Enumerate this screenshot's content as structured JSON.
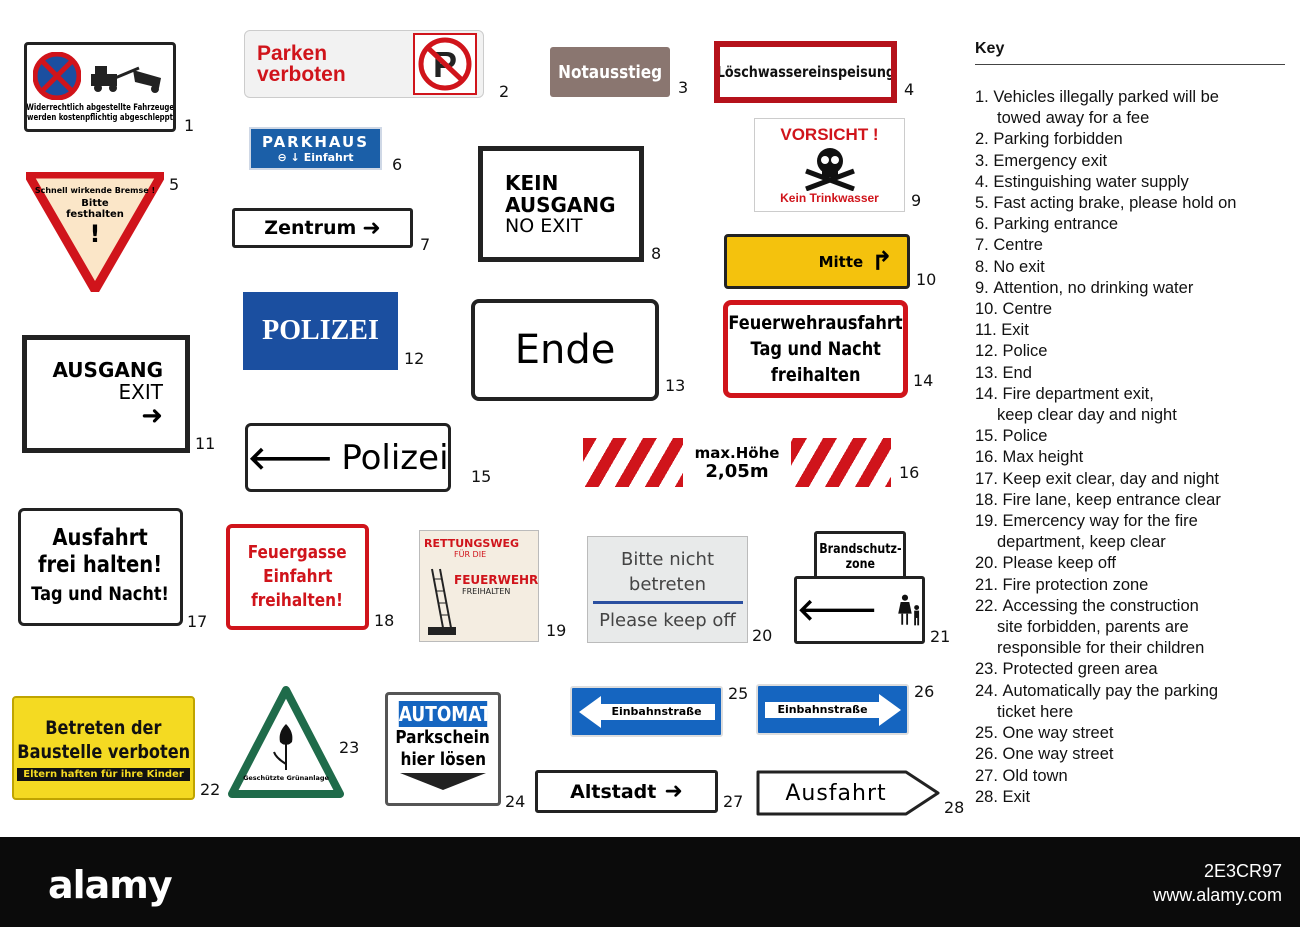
{
  "signs": {
    "s1": {
      "num": "1",
      "line1": "Widerrechtlich abgestellte Fahrzeuge",
      "line2": "werden kostenpflichtig abgeschleppt"
    },
    "s2": {
      "num": "2",
      "line1": "Parken",
      "line2": "verboten"
    },
    "s3": {
      "num": "3",
      "text": "Notausstieg"
    },
    "s4": {
      "num": "4",
      "text": "Löschwassereinspeisung"
    },
    "s5": {
      "num": "5",
      "line1": "Schnell wirkende Bremse !",
      "line2": "Bitte",
      "line3": "festhalten",
      "mark": "!"
    },
    "s6": {
      "num": "6",
      "line1": "PARKHAUS",
      "line2": "Einfahrt"
    },
    "s7": {
      "num": "7",
      "text": "Zentrum"
    },
    "s8": {
      "num": "8",
      "line1": "KEIN",
      "line2": "AUSGANG",
      "line3": "NO EXIT"
    },
    "s9": {
      "num": "9",
      "line1": "VORSICHT !",
      "line2": "Kein Trinkwasser"
    },
    "s10": {
      "num": "10",
      "text": "Mitte"
    },
    "s11": {
      "num": "11",
      "line1": "AUSGANG",
      "line2": "EXIT"
    },
    "s12": {
      "num": "12",
      "text": "POLIZEI"
    },
    "s13": {
      "num": "13",
      "text": "Ende"
    },
    "s14": {
      "num": "14",
      "line1": "Feuerwehrausfahrt",
      "line2": "Tag und Nacht",
      "line3": "freihalten"
    },
    "s15": {
      "num": "15",
      "text": "Polizei"
    },
    "s16": {
      "num": "16",
      "line1": "max.Höhe",
      "line2": "2,05m"
    },
    "s17": {
      "num": "17",
      "line1": "Ausfahrt",
      "line2": "frei halten!",
      "line3": "Tag und Nacht!"
    },
    "s18": {
      "num": "18",
      "line1": "Feuergasse",
      "line2": "Einfahrt",
      "line3": "freihalten!"
    },
    "s19": {
      "num": "19",
      "line1": "RETTUNGSWEG",
      "line2": "FÜR DIE",
      "line3": "FEUERWEHR",
      "line4": "FREIHALTEN"
    },
    "s20": {
      "num": "20",
      "line1": "Bitte nicht",
      "line2": "betreten",
      "line3": "Please keep off"
    },
    "s21": {
      "num": "21",
      "line1": "Brandschutz-",
      "line2": "zone"
    },
    "s22": {
      "num": "22",
      "line1": "Betreten der",
      "line2": "Baustelle verboten",
      "line3": "Eltern haften für ihre Kinder"
    },
    "s23": {
      "num": "23",
      "text": "Geschützte Grünanlage"
    },
    "s24": {
      "num": "24",
      "line1": "AUTOMAT",
      "line2": "Parkschein",
      "line3": "hier lösen"
    },
    "s25": {
      "num": "25",
      "text": "Einbahnstraße"
    },
    "s26": {
      "num": "26",
      "text": "Einbahnstraße"
    },
    "s27": {
      "num": "27",
      "text": "Altstadt"
    },
    "s28": {
      "num": "28",
      "text": "Ausfahrt"
    }
  },
  "key": {
    "title": "Key",
    "items": [
      {
        "n": "1. ",
        "t": "Vehicles illegally parked will be"
      },
      {
        "n": "",
        "t": "towed away for a fee",
        "indent": true
      },
      {
        "n": "2. ",
        "t": "Parking forbidden"
      },
      {
        "n": "3. ",
        "t": "Emergency exit"
      },
      {
        "n": "4. ",
        "t": "Estinguishing water supply"
      },
      {
        "n": "5. ",
        "t": "Fast acting brake, please hold on"
      },
      {
        "n": "6. ",
        "t": "Parking entrance"
      },
      {
        "n": "7. ",
        "t": "Centre"
      },
      {
        "n": "8. ",
        "t": "No exit"
      },
      {
        "n": "9. ",
        "t": "Attention, no drinking water"
      },
      {
        "n": "10. ",
        "t": "Centre"
      },
      {
        "n": "11. ",
        "t": "Exit"
      },
      {
        "n": "12. ",
        "t": "Police"
      },
      {
        "n": "13. ",
        "t": "End"
      },
      {
        "n": "14. ",
        "t": "Fire department exit,"
      },
      {
        "n": "",
        "t": "keep clear day and night",
        "indent": true
      },
      {
        "n": "15. ",
        "t": "Police"
      },
      {
        "n": "16. ",
        "t": "Max height"
      },
      {
        "n": "17. ",
        "t": "Keep exit clear, day and night"
      },
      {
        "n": "18. ",
        "t": "Fire lane, keep entrance clear"
      },
      {
        "n": "19. ",
        "t": "Emercency way for the fire"
      },
      {
        "n": "",
        "t": "department, keep clear",
        "indent": true
      },
      {
        "n": "20. ",
        "t": "Please keep off"
      },
      {
        "n": "21. ",
        "t": "Fire protection zone"
      },
      {
        "n": "22. ",
        "t": "Accessing the construction"
      },
      {
        "n": "",
        "t": "site forbidden, parents are",
        "indent": true
      },
      {
        "n": "",
        "t": "responsible for their children",
        "indent": true
      },
      {
        "n": "23. ",
        "t": "Protected green area"
      },
      {
        "n": "24. ",
        "t": "Automatically pay the parking"
      },
      {
        "n": "",
        "t": "ticket here",
        "indent": true
      },
      {
        "n": "25. ",
        "t": "One way street"
      },
      {
        "n": "26. ",
        "t": "One way street"
      },
      {
        "n": "27. ",
        "t": "Old town"
      },
      {
        "n": "28. ",
        "t": "Exit"
      }
    ]
  },
  "footer": {
    "brand": "alamy",
    "image_id": "2E3CR97",
    "site": "www.alamy.com"
  },
  "colors": {
    "red": "#d0141b",
    "blue": "#1b4fa0",
    "sign_blue": "#1565c0",
    "yellow": "#f4c20d",
    "green": "#1f6b4a",
    "footer_bg": "#0b0b0b"
  }
}
